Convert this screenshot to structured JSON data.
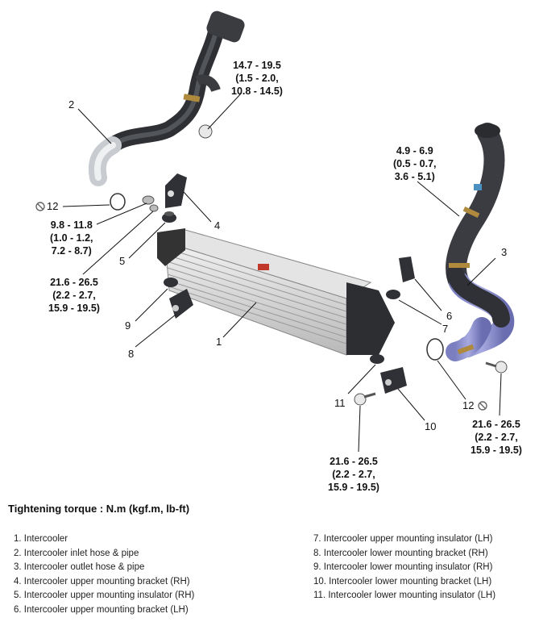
{
  "callouts": {
    "torque_a": [
      "14.7 - 19.5",
      "(1.5 - 2.0,",
      "10.8 - 14.5)"
    ],
    "torque_b": [
      "4.9 - 6.9",
      "(0.5 - 0.7,",
      "3.6 - 5.1)"
    ],
    "torque_c": [
      "9.8 - 11.8",
      "(1.0 - 1.2,",
      "7.2 - 8.7)"
    ],
    "torque_d": [
      "21.6 - 26.5",
      "(2.2 - 2.7,",
      "15.9 - 19.5)"
    ],
    "torque_e": [
      "21.6 - 26.5",
      "(2.2 - 2.7,",
      "15.9 - 19.5)"
    ],
    "torque_f": [
      "21.6 - 26.5",
      "(2.2 - 2.7,",
      "15.9 - 19.5)"
    ]
  },
  "numbers": {
    "n1": "1",
    "n2": "2",
    "n3": "3",
    "n4": "4",
    "n5": "5",
    "n6": "6",
    "n7": "7",
    "n8": "8",
    "n9": "9",
    "n10": "10",
    "n11": "11",
    "n12a": "12",
    "n12b": "12"
  },
  "title": "Tightening torque : N.m (kgf.m, lb-ft)",
  "legend_left": [
    "1. Intercooler",
    "2. Intercooler inlet hose & pipe",
    "3. Intercooler outlet hose & pipe",
    "4. Intercooler upper mounting bracket (RH)",
    "5. Intercooler upper mounting insulator (RH)",
    "6. Intercooler upper mounting bracket (LH)"
  ],
  "legend_right": [
    "7. Intercooler upper mounting insulator (LH)",
    "8. Intercooler lower mounting bracket (RH)",
    "9. Intercooler lower mounting insulator (RH)",
    "10. Intercooler lower mounting bracket (LH)",
    "11. Intercooler lower mounting insulator (LH)"
  ],
  "icons": {
    "no_reuse": "no-reuse-icon"
  }
}
